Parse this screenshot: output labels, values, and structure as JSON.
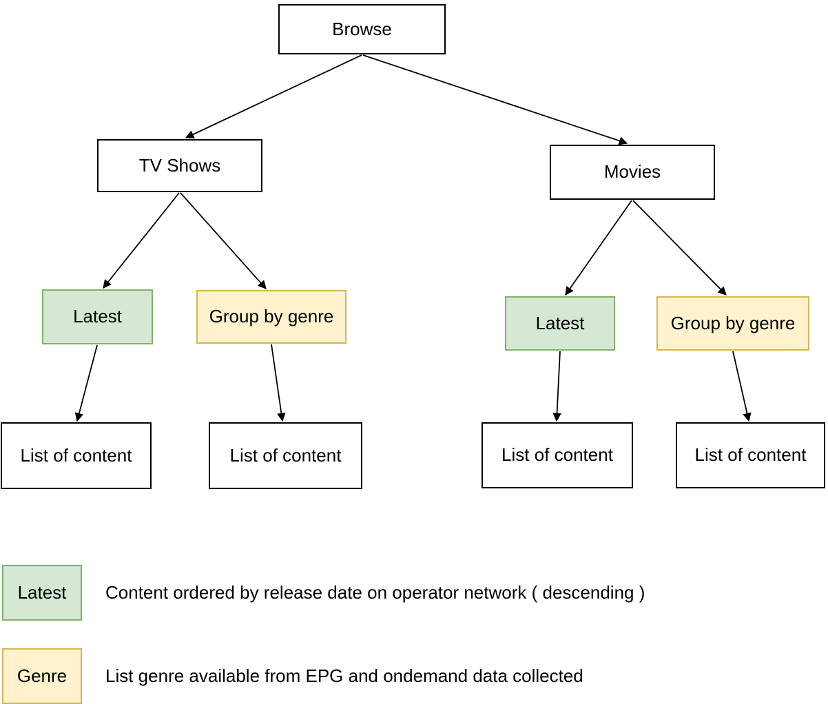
{
  "diagram": {
    "nodes": {
      "browse": {
        "label": "Browse"
      },
      "tv_shows": {
        "label": "TV Shows"
      },
      "movies": {
        "label": "Movies"
      },
      "tv_latest": {
        "label": "Latest"
      },
      "tv_group_by_genre": {
        "label": "Group by genre"
      },
      "movies_latest": {
        "label": "Latest"
      },
      "movies_group_by_genre": {
        "label": "Group by genre"
      },
      "tv_latest_list": {
        "label": "List of content"
      },
      "tv_genre_list": {
        "label": "List of content"
      },
      "movies_latest_list": {
        "label": "List of content"
      },
      "movies_genre_list": {
        "label": "List of content"
      }
    },
    "colors": {
      "latest_fill": "#d5e8d4",
      "latest_border": "#82b366",
      "genre_fill": "#fff2cc",
      "genre_border": "#d6b656",
      "node_fill": "#ffffff",
      "node_border": "#000000",
      "arrow": "#000000"
    }
  },
  "legend": {
    "items": [
      {
        "swatch_label": "Latest",
        "description": "Content ordered by release date on operator network ( descending )"
      },
      {
        "swatch_label": "Genre",
        "description": "List genre available from EPG and ondemand data collected"
      }
    ]
  }
}
